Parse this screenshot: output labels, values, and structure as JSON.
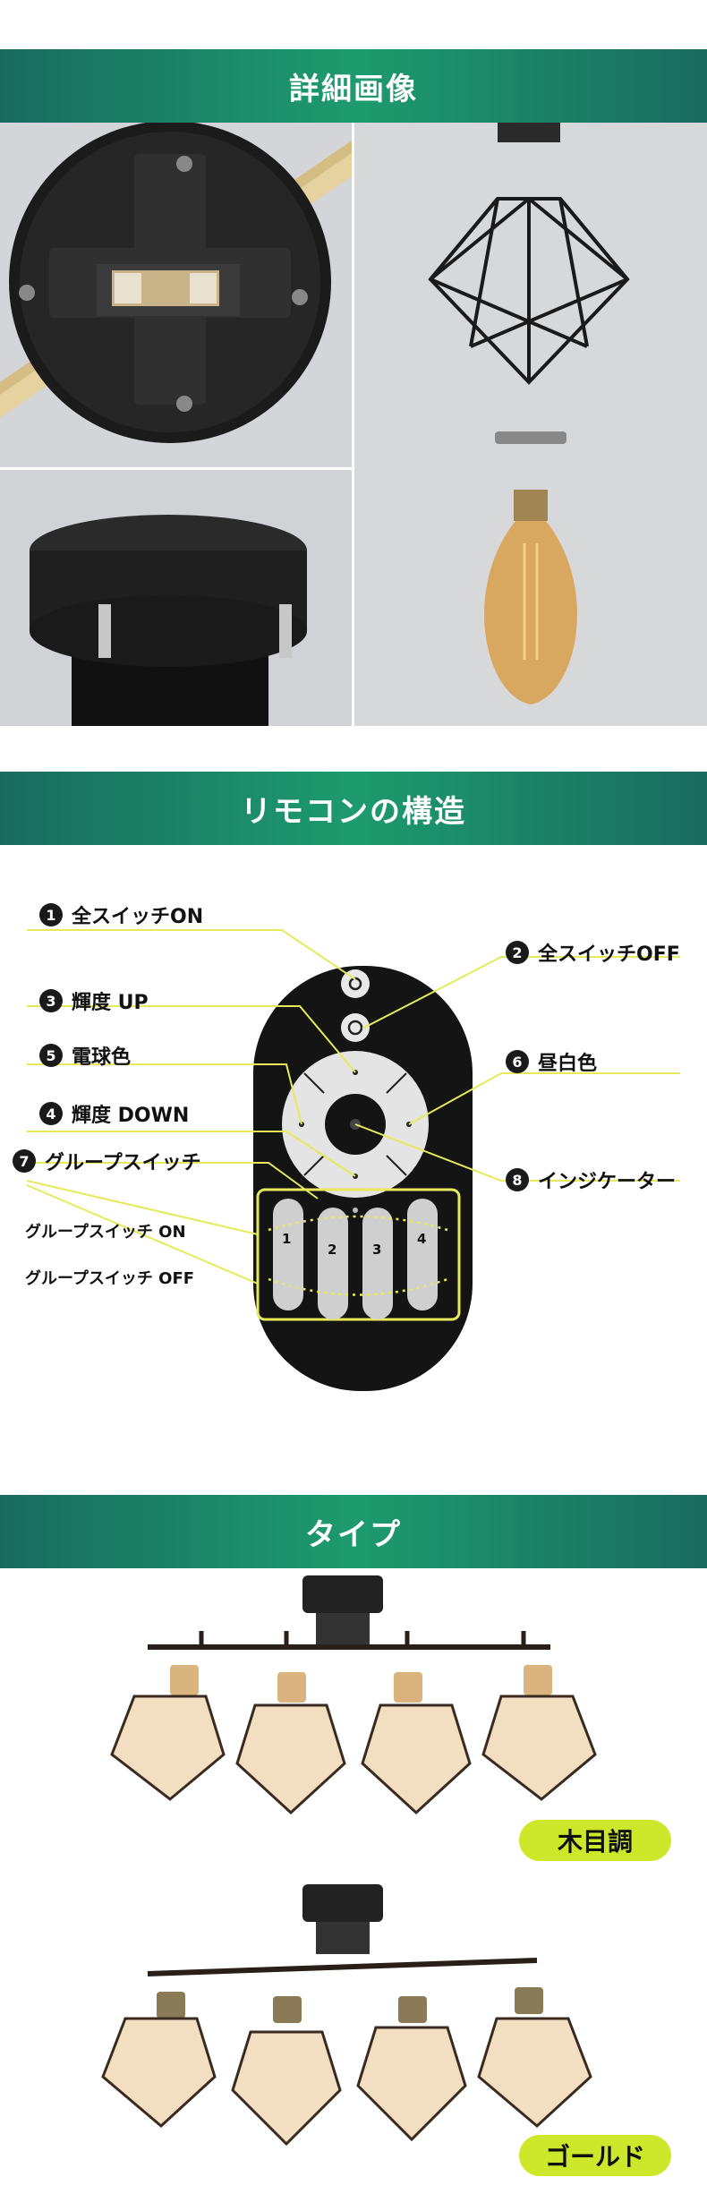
{
  "sections": {
    "detail_title": "詳細画像",
    "remote_title": "リモコンの構造",
    "type_title": "タイプ"
  },
  "remote": {
    "callouts": [
      {
        "num": "1",
        "label": "全スイッチON"
      },
      {
        "num": "2",
        "label": "全スイッチOFF"
      },
      {
        "num": "3",
        "label": "輝度 UP"
      },
      {
        "num": "5",
        "label": "電球色"
      },
      {
        "num": "6",
        "label": "昼白色"
      },
      {
        "num": "4",
        "label": "輝度 DOWN"
      },
      {
        "num": "7",
        "label": "グループスイッチ"
      },
      {
        "num": "8",
        "label": "インジケーター"
      }
    ],
    "group_on": "グループスイッチ ON",
    "group_off": "グループスイッチ OFF",
    "button_numbers": [
      "1",
      "2",
      "3",
      "4"
    ]
  },
  "types": {
    "wood": "木目調",
    "gold": "ゴールド"
  },
  "colors": {
    "banner": "#1d9b6e",
    "tag": "#cde82a",
    "leader_line": "#e6ea5a"
  }
}
